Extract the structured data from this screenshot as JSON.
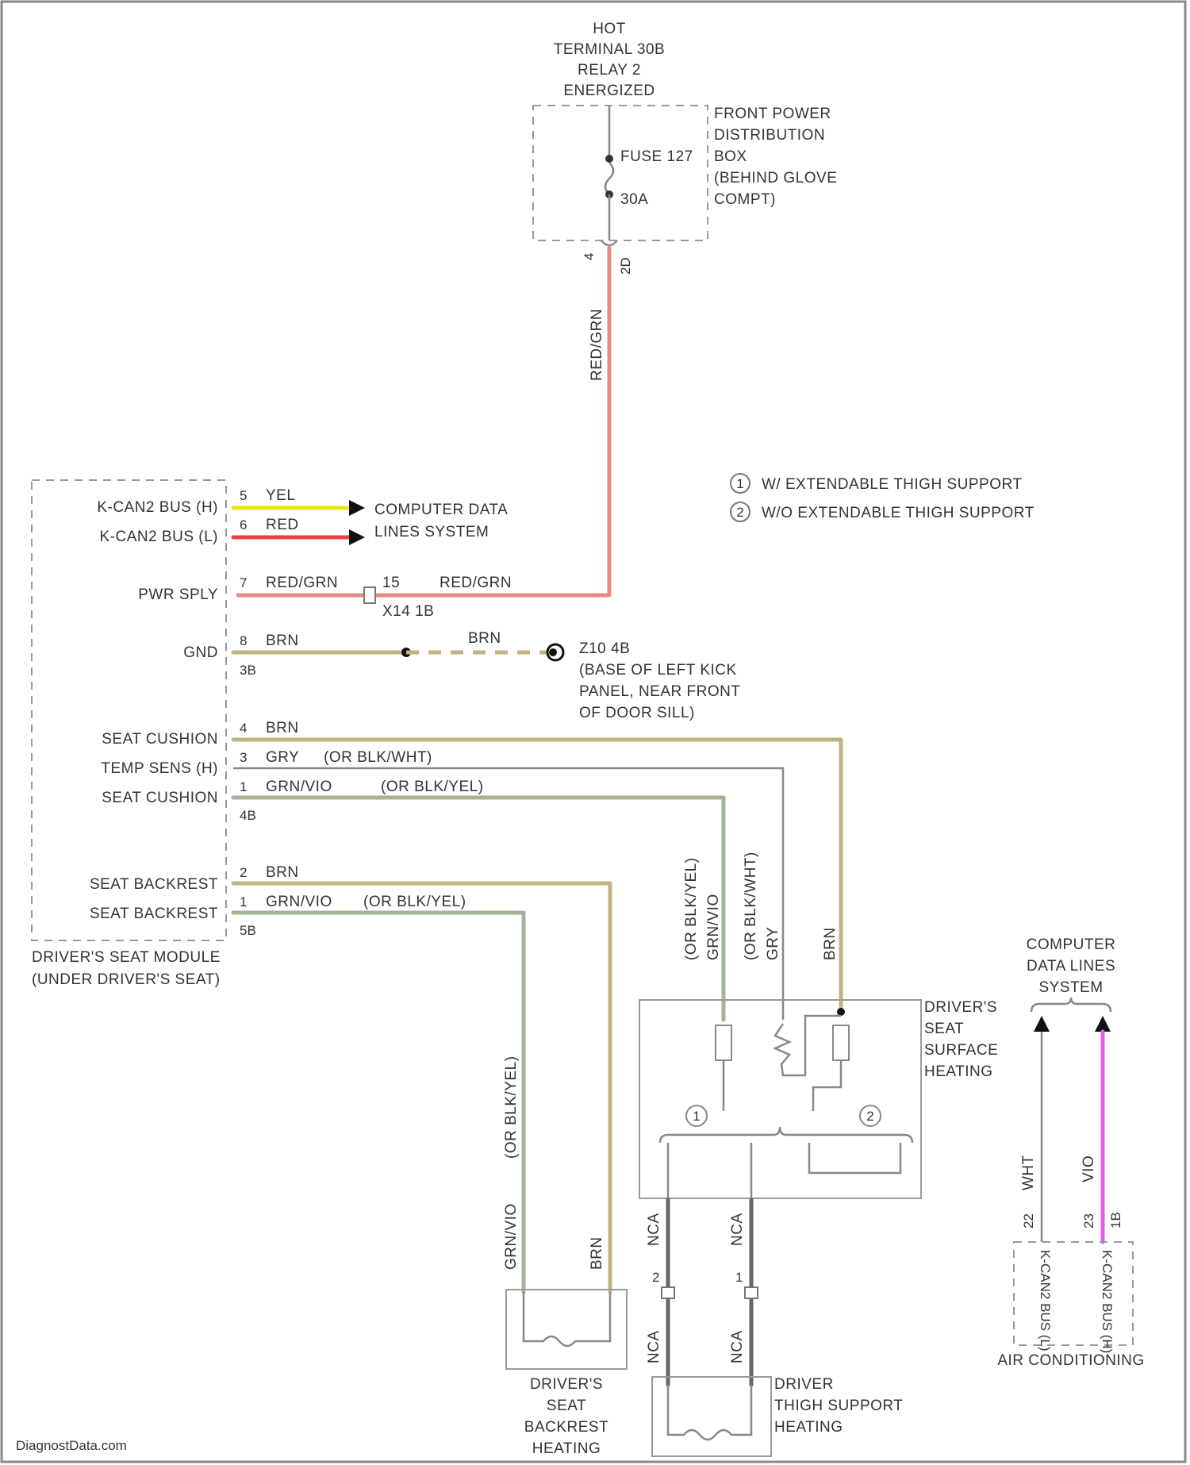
{
  "hot": [
    "HOT",
    "TERMINAL 30B",
    "RELAY 2",
    "ENERGIZED"
  ],
  "fpdb": [
    "FRONT POWER",
    "DISTRIBUTION",
    "BOX",
    "(BEHIND GLOVE",
    "COMPT)"
  ],
  "fuse": {
    "name": "FUSE 127",
    "rating": "30A",
    "pins_top": "4",
    "pins_bot": "2D"
  },
  "feed_wire": "RED/GRN",
  "legend": [
    {
      "num": "1",
      "text": "W/ EXTENDABLE THIGH SUPPORT"
    },
    {
      "num": "2",
      "text": "W/O EXTENDABLE THIGH SUPPORT"
    }
  ],
  "module": {
    "pins": [
      {
        "label": "K-CAN2 BUS (H)",
        "pin": "5",
        "color": "YEL"
      },
      {
        "label": "K-CAN2 BUS (L)",
        "pin": "6",
        "color": "RED"
      },
      {
        "label": "PWR SPLY",
        "pin": "7",
        "color": "RED/GRN"
      },
      {
        "label": "GND",
        "pin": "8",
        "color": "BRN"
      },
      {
        "label": "SEAT CUSHION",
        "pin": "4",
        "color": "BRN"
      },
      {
        "label": "TEMP SENS (H)",
        "pin": "3",
        "color": "GRY"
      },
      {
        "label": "SEAT CUSHION",
        "pin": "1",
        "color": "GRN/VIO"
      },
      {
        "label": "SEAT BACKREST",
        "pin": "2",
        "color": "BRN"
      },
      {
        "label": "SEAT BACKREST",
        "pin": "1",
        "color": "GRN/VIO"
      }
    ],
    "conn_a": "3B",
    "conn_b": "4B",
    "conn_c": "5B",
    "alt_gry": "(OR BLK/WHT)",
    "alt_cush": "(OR BLK/YEL)",
    "alt_back": "(OR BLK/YEL)",
    "name": [
      "DRIVER'S SEAT MODULE",
      "(UNDER DRIVER'S SEAT)"
    ]
  },
  "cdls_right": [
    "COMPUTER DATA",
    "LINES SYSTEM"
  ],
  "splice": {
    "pin": "15",
    "color": "RED/GRN",
    "conn": "X14 1B"
  },
  "ground": {
    "color": "BRN",
    "name": "Z10 4B",
    "desc": [
      "(BASE OF LEFT KICK",
      "PANEL, NEAR FRONT",
      "OF DOOR SILL)"
    ]
  },
  "surface": {
    "name": [
      "DRIVER'S",
      "SEAT",
      "SURFACE",
      "HEATING"
    ],
    "vert_labels": [
      "(OR BLK/YEL)",
      "GRN/VIO",
      "(OR BLK/WHT)",
      "GRY",
      "BRN"
    ],
    "circ1": "1",
    "circ2": "2",
    "nca": "NCA"
  },
  "backrest": {
    "name": [
      "DRIVER'S",
      "SEAT",
      "BACKREST",
      "HEATING"
    ],
    "vert_labels": [
      "(OR BLK/YEL)",
      "GRN/VIO",
      "BRN"
    ]
  },
  "thigh": {
    "name": [
      "DRIVER",
      "THIGH SUPPORT",
      "HEATING"
    ],
    "pins": [
      "2",
      "1"
    ]
  },
  "ac": {
    "cdls": [
      "COMPUTER",
      "DATA LINES",
      "SYSTEM"
    ],
    "wires": [
      "WHT",
      "VIO"
    ],
    "pins": [
      "22",
      "23",
      "1B"
    ],
    "buses": [
      "K-CAN2 BUS (L)",
      "K-CAN2 BUS (H)"
    ],
    "name": "AIR CONDITIONING"
  },
  "watermark": "DiagnostData.com",
  "colors": {
    "yel": "#e8e818",
    "red": "#ee4040",
    "redgrn": "#e98a80",
    "brn": "#c2b482",
    "grnvio": "#a5b395",
    "gry": "#cfcfcf",
    "vio": "#e060e0"
  }
}
